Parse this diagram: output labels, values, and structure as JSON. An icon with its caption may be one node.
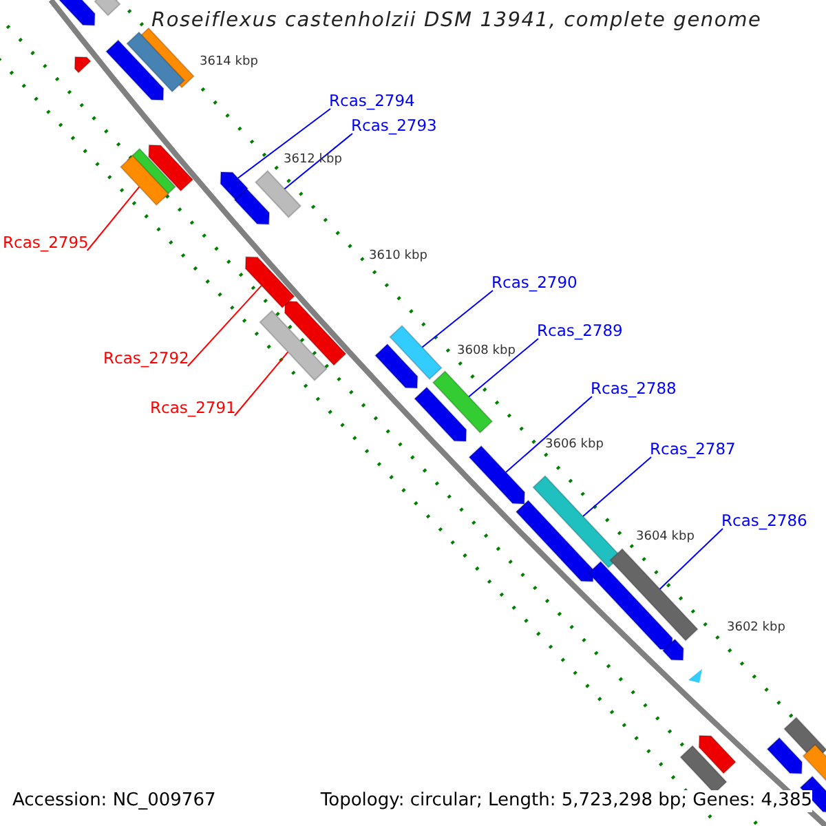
{
  "diagram": {
    "title": "Roseiflexus castenholzii DSM 13941, complete genome",
    "nodes": [
      {
        "text": [
          "Rcas_2794"
        ]
      },
      {
        "text": [
          "Rcas_2793"
        ]
      },
      {
        "text": [
          "Rcas_2795"
        ]
      },
      {
        "text": [
          "Rcas_2790"
        ]
      },
      {
        "text": [
          "Rcas_2792"
        ]
      },
      {
        "text": [
          "Rcas_2789"
        ]
      },
      {
        "text": [
          "Rcas_2791"
        ]
      },
      {
        "text": [
          "Rcas_2788"
        ]
      },
      {
        "text": [
          "Rcas_2787"
        ]
      },
      {
        "text": [
          "Rcas_2786"
        ]
      },
      {
        "text": [],
        "shape": "bar"
      },
      {
        "text": [],
        "shape": "bar"
      },
      {
        "text": [],
        "shape": "bar"
      },
      {
        "text": [],
        "shape": "bar"
      },
      {
        "text": [],
        "shape": "bar"
      },
      {
        "text": [],
        "shape": "bar"
      },
      {
        "text": [],
        "shape": "bar"
      },
      {
        "text": [],
        "shape": "bar"
      },
      {
        "text": [],
        "shape": "bar"
      },
      {
        "text": [],
        "shape": "bar"
      },
      {
        "text": [],
        "shape": "bar"
      }
    ],
    "edges": [
      {
        "from": 0,
        "to": 11,
        "arrow": "none"
      },
      {
        "from": 1,
        "to": 12,
        "arrow": "none"
      },
      {
        "from": 2,
        "to": 10,
        "arrow": "none",
        "color": "#ff0000"
      },
      {
        "from": 3,
        "to": 15,
        "arrow": "none"
      },
      {
        "from": 4,
        "to": 13,
        "arrow": "none",
        "color": "#ff0000"
      },
      {
        "from": 5,
        "to": 16,
        "arrow": "none"
      },
      {
        "from": 6,
        "to": 14,
        "arrow": "none",
        "color": "#ff0000"
      },
      {
        "from": 7,
        "to": 17,
        "arrow": "none"
      },
      {
        "from": 8,
        "to": 18,
        "arrow": "none"
      },
      {
        "from": 9,
        "to": 19,
        "arrow": "none"
      }
    ],
    "labels": [
      "3614 kbp",
      "3612 kbp",
      "3610 kbp",
      "3608 kbp",
      "3606 kbp",
      "3604 kbp",
      "3602 kbp",
      "Accession: NC_009767",
      "Topology: circular; Length: 5,723,298 bp; Genes: 4,385"
    ]
  }
}
